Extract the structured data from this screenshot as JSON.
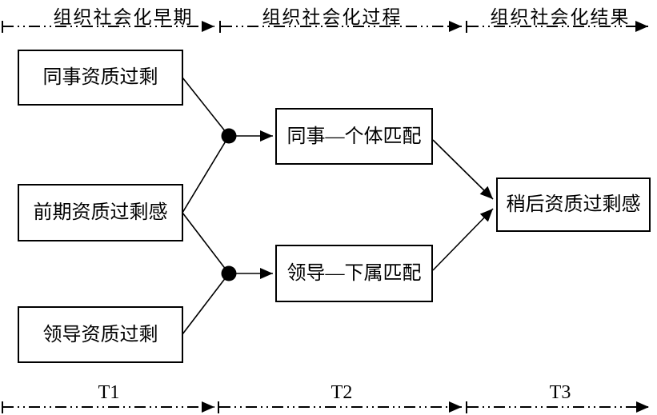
{
  "colors": {
    "ink": "#000000",
    "background": "#ffffff"
  },
  "timeline_top": {
    "labels": [
      "组织社会化早期",
      "组织社会化过程",
      "组织社会化结果"
    ]
  },
  "timeline_bottom": {
    "labels": [
      "T1",
      "T2",
      "T3"
    ]
  },
  "boxes": [
    {
      "id": "coworker-overqualification",
      "label": "同事资质过剩"
    },
    {
      "id": "prior-perceived-overqualification",
      "label": "前期资质过剩感"
    },
    {
      "id": "leader-overqualification",
      "label": "领导资质过剩"
    },
    {
      "id": "coworker-individual-fit",
      "label": "同事—个体匹配"
    },
    {
      "id": "leader-subordinate-fit",
      "label": "领导—下属匹配"
    },
    {
      "id": "later-perceived-overqualification",
      "label": "稍后资质过剩感"
    }
  ]
}
